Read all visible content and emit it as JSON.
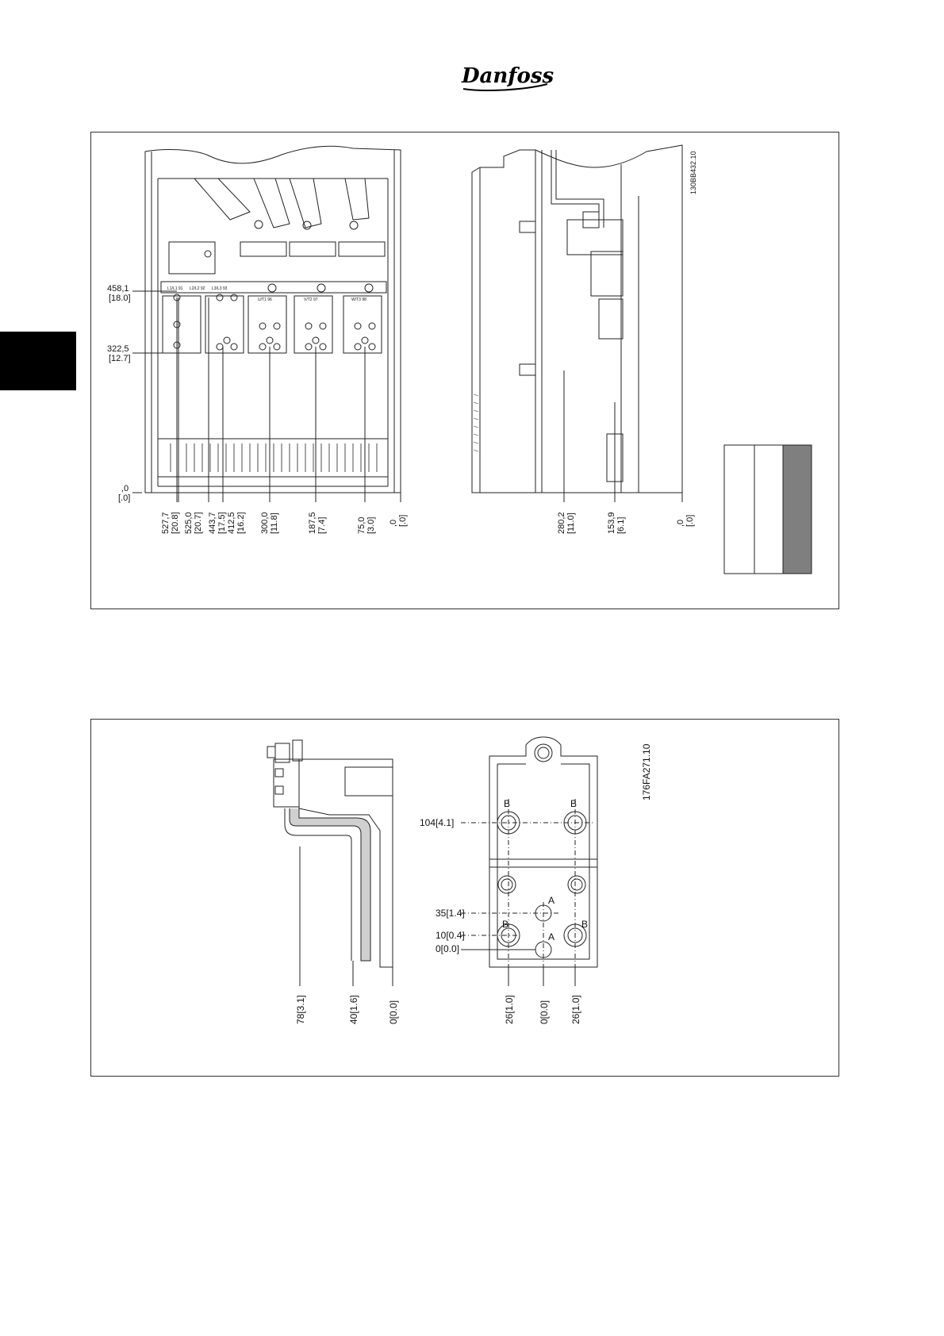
{
  "brand": {
    "logo_text": "Danfoss"
  },
  "figure1": {
    "drawing_code": "130BB432.10",
    "front_view": {
      "terminal_labels": [
        "L1/L1 91",
        "L2/L2 92",
        "L3/L3 93",
        "U/T1 96",
        "V/T2 97",
        "W/T3 98"
      ],
      "vertical_dims": [
        {
          "mm": "458,1",
          "in": "[18.0]"
        },
        {
          "mm": "322,5",
          "in": "[12.7]"
        },
        {
          "mm": ",0",
          "in": "[.0]"
        }
      ],
      "horizontal_dims": [
        {
          "mm": "527,7",
          "in": "[20.8]"
        },
        {
          "mm": "525,0",
          "in": "[20.7]"
        },
        {
          "mm": "443,7",
          "in": "[17.5]"
        },
        {
          "mm": "412,5",
          "in": "[16.2]"
        },
        {
          "mm": "300,0",
          "in": "[11.8]"
        },
        {
          "mm": "187,5",
          "in": "[7.4]"
        },
        {
          "mm": "75,0",
          "in": "[3.0]"
        },
        {
          "mm": ",0",
          "in": "[.0]"
        }
      ]
    },
    "side_view": {
      "horizontal_dims": [
        {
          "mm": "280,2",
          "in": "[11.0]"
        },
        {
          "mm": "153,9",
          "in": "[6.1]"
        },
        {
          "mm": ",0",
          "in": "[.0]"
        }
      ]
    }
  },
  "figure2": {
    "drawing_code": "176FA271.10",
    "side_dims": [
      "78[3.1]",
      "40[1.6]",
      "0[0.0]"
    ],
    "front_vertical_dims": [
      "104[4.1]",
      "35[1.4]",
      "10[0.4]",
      "0[0.0]"
    ],
    "front_horizontal_dims": [
      "26[1.0]",
      "0[0.0]",
      "26[1.0]"
    ],
    "hole_labels": {
      "b": "B",
      "a": "A"
    }
  },
  "colors": {
    "legend_gray": "#7f7f7f",
    "tab_black": "#000000"
  }
}
